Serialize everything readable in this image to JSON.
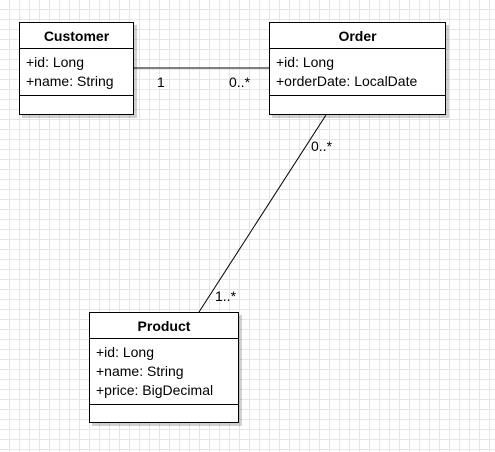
{
  "classes": {
    "customer": {
      "name": "Customer",
      "attributes": [
        "+id: Long",
        "+name: String"
      ]
    },
    "order": {
      "name": "Order",
      "attributes": [
        "+id: Long",
        "+orderDate: LocalDate"
      ]
    },
    "product": {
      "name": "Product",
      "attributes": [
        "+id: Long",
        "+name: String",
        "+price: BigDecimal"
      ]
    }
  },
  "associations": {
    "customer_order": {
      "from_multiplicity": "1",
      "to_multiplicity": "0..*"
    },
    "order_product": {
      "from_multiplicity": "0..*",
      "to_multiplicity": "1..*"
    }
  },
  "colors": {
    "line": "#000000",
    "grid": "#e6e6e6",
    "background": "#ffffff"
  }
}
